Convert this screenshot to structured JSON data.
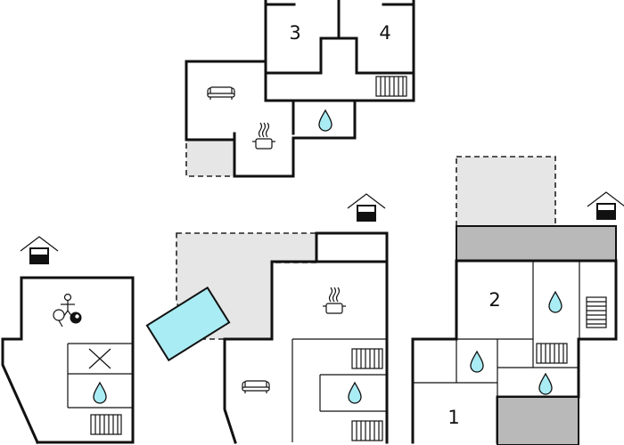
{
  "rooms": {
    "bedroom_3": "3",
    "bedroom_4": "4",
    "bedroom_2": "2",
    "bedroom_1": "1"
  },
  "icons": {
    "entrance": "house-entrance-icon",
    "sofa": "sofa-icon",
    "kitchen": "cooking-pot-icon",
    "bathroom": "water-drop-icon",
    "stairs": "stairs-icon",
    "games": "table-tennis-billiards-icon",
    "storage": "crossed-box-icon",
    "pool": "swimming-pool"
  },
  "colors": {
    "wall": "#111111",
    "terrace": "#e6e6e6",
    "covered_area": "#b9b9b9",
    "pool_water": "#a9ecf4",
    "background": "#ffffff"
  }
}
